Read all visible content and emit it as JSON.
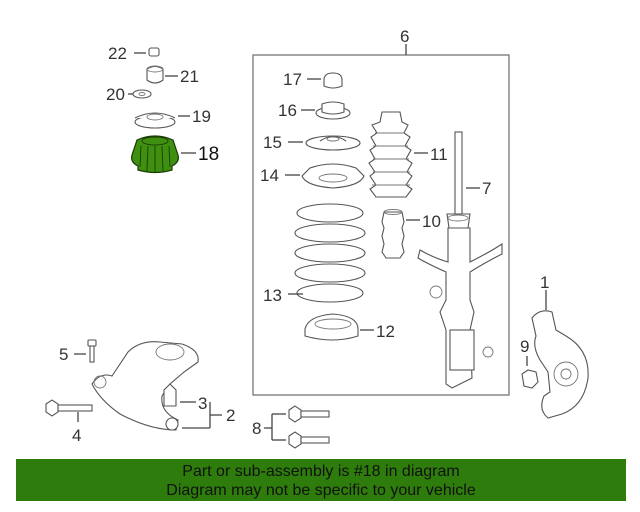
{
  "callouts": {
    "n1": "1",
    "n2": "2",
    "n3": "3",
    "n4": "4",
    "n5": "5",
    "n6": "6",
    "n7": "7",
    "n8": "8",
    "n9": "9",
    "n10": "10",
    "n11": "11",
    "n12": "12",
    "n13": "13",
    "n14": "14",
    "n15": "15",
    "n16": "16",
    "n17": "17",
    "n18": "18",
    "n19": "19",
    "n20": "20",
    "n21": "21",
    "n22": "22"
  },
  "highlighted_part": "18",
  "colors": {
    "highlight": "#3f8f10",
    "banner": "#2e7d0c"
  },
  "banner": {
    "line1": "Part or sub-assembly is #18 in diagram",
    "line2": "Diagram may not be specific to your vehicle"
  }
}
